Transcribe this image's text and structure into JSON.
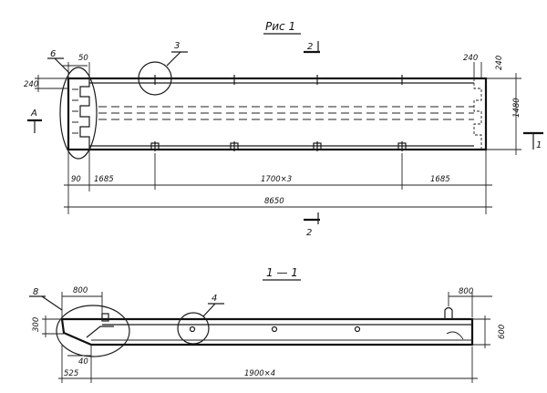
{
  "title": "Рис 1",
  "plan": {
    "callouts": {
      "detail_6": "6",
      "detail_3": "3"
    },
    "section_marks": {
      "top": "2",
      "bottom": "2",
      "left": "А",
      "right": "1"
    },
    "dimensions": {
      "top_left_width": "50",
      "top_left_height": "240",
      "top_right_a": "240",
      "top_right_b": "240",
      "height_right": "1480",
      "bottom_left_small": "90",
      "bottom_left": "1685",
      "bottom_middle": "1700×3",
      "bottom_right": "1685",
      "overall": "8650"
    }
  },
  "section_1_1": {
    "title": "1 — 1",
    "callouts": {
      "detail_8": "8",
      "detail_4": "4"
    },
    "dimensions": {
      "top_left": "800",
      "top_right": "800",
      "left_height": "300",
      "left_small": "40",
      "right_height": "600",
      "bottom_left": "525",
      "bottom_right": "1900×4"
    }
  }
}
